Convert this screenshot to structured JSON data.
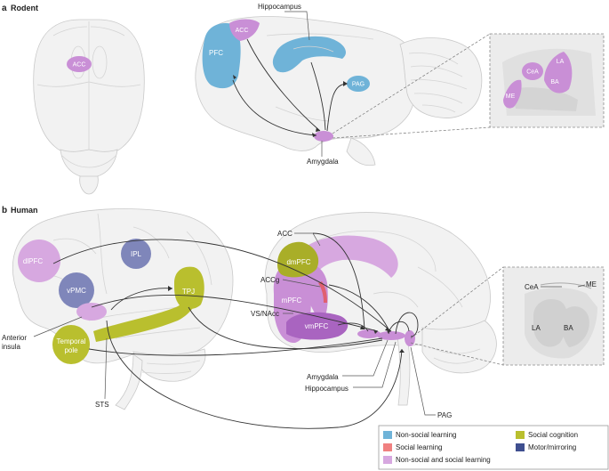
{
  "panel_a": {
    "letter": "a",
    "title": "Rodent",
    "regions": {
      "acc_top": "ACC",
      "acc": "ACC",
      "hippocampus": "Hippocampus",
      "pfc": "PFC",
      "pag": "PAG",
      "amygdala": "Amygdala",
      "cea": "CeA",
      "la": "LA",
      "ba": "BA",
      "me": "ME"
    }
  },
  "panel_b": {
    "letter": "b",
    "title": "Human",
    "regions": {
      "dlpfc": "dlPFC",
      "ipl": "IPL",
      "vpmc": "vPMC",
      "tpj": "TPJ",
      "anterior_insula_1": "Anterior",
      "anterior_insula_2": "insula",
      "temporal_pole_1": "Temporal",
      "temporal_pole_2": "pole",
      "sts": "STS",
      "acc": "ACC",
      "dmpfc": "dmPFC",
      "accg": "ACCg",
      "mpfc": "mPFC",
      "vs_nacc": "VS/NAcc",
      "vmpfc": "vmPFC",
      "amygdala": "Amygdala",
      "hippocampus": "Hippocampus",
      "pag": "PAG",
      "cea": "CeA",
      "me": "ME",
      "la": "LA",
      "ba": "BA"
    }
  },
  "legend": [
    {
      "label": "Non-social learning",
      "color": "#6fb3d8"
    },
    {
      "label": "Social cognition",
      "color": "#b9bf2e"
    },
    {
      "label": "Social learning",
      "color": "#f08080"
    },
    {
      "label": "Motor/mirroring",
      "color": "#3f4f8f"
    },
    {
      "label": "Non-social and social learning",
      "color": "#d7a8e0"
    }
  ],
  "colors": {
    "non_social": "#6fb3d8",
    "social_learning": "#e06070",
    "both": "#c98fd6",
    "both_dark": "#b070c8",
    "social_cognition": "#a9ae28",
    "motor": "#6f75b0",
    "brain_fill": "#f2f2f2",
    "brain_stroke": "#c9c9c9"
  }
}
